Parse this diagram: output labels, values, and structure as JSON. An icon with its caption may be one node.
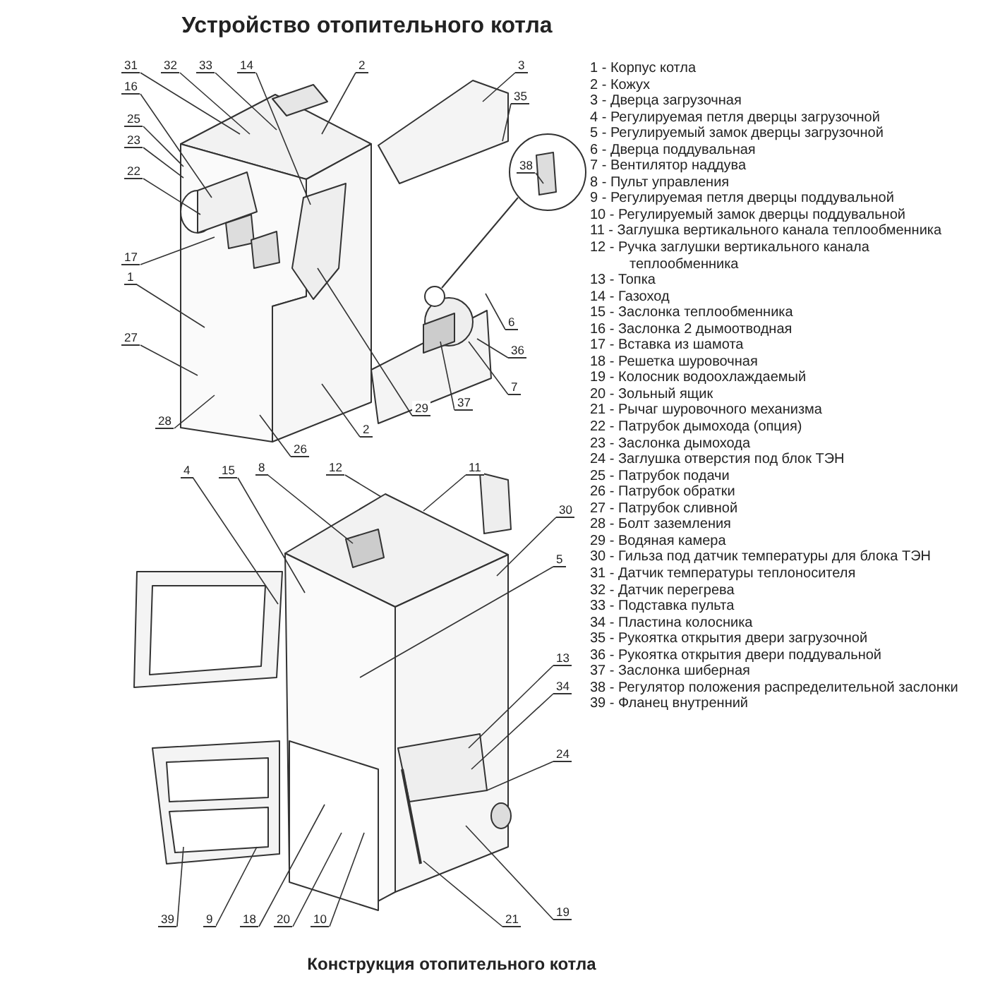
{
  "diagram": {
    "title": "Устройство отопительного котла",
    "caption": "Конструкция отопительного котла",
    "nodes": [
      {
        "text": [
          "31"
        ]
      },
      {
        "text": [
          "32"
        ]
      },
      {
        "text": [
          "33"
        ]
      },
      {
        "text": [
          "14"
        ]
      },
      {
        "text": [
          "2"
        ]
      },
      {
        "text": [
          "3"
        ]
      },
      {
        "text": [
          "35"
        ]
      },
      {
        "text": [
          "16"
        ]
      },
      {
        "text": [
          "25"
        ]
      },
      {
        "text": [
          "23"
        ]
      },
      {
        "text": [
          "22"
        ]
      },
      {
        "text": [
          "17"
        ]
      },
      {
        "text": [
          "1"
        ]
      },
      {
        "text": [
          "27"
        ]
      },
      {
        "text": [
          "28"
        ]
      },
      {
        "text": [
          "26"
        ]
      },
      {
        "text": [
          "2"
        ]
      },
      {
        "text": [
          "29"
        ]
      },
      {
        "text": [
          "37"
        ]
      },
      {
        "text": [
          "7"
        ]
      },
      {
        "text": [
          "36"
        ]
      },
      {
        "text": [
          "6"
        ]
      },
      {
        "text": [
          "38"
        ]
      },
      {
        "text": [
          "4"
        ]
      },
      {
        "text": [
          "15"
        ]
      },
      {
        "text": [
          "8"
        ]
      },
      {
        "text": [
          "12"
        ]
      },
      {
        "text": [
          "11"
        ]
      },
      {
        "text": [
          "30"
        ]
      },
      {
        "text": [
          "5"
        ]
      },
      {
        "text": [
          "13"
        ]
      },
      {
        "text": [
          "34"
        ]
      },
      {
        "text": [
          "24"
        ]
      },
      {
        "text": [
          "19"
        ]
      },
      {
        "text": [
          "21"
        ]
      },
      {
        "text": [
          "10"
        ]
      },
      {
        "text": [
          "20"
        ]
      },
      {
        "text": [
          "18"
        ]
      },
      {
        "text": [
          "9"
        ]
      },
      {
        "text": [
          "39"
        ]
      }
    ],
    "edges": [
      {
        "from": 0,
        "to": null,
        "arrow": "none"
      },
      {
        "from": 1,
        "to": null,
        "arrow": "none"
      },
      {
        "from": 2,
        "to": null,
        "arrow": "none"
      },
      {
        "from": 3,
        "to": null,
        "arrow": "none"
      },
      {
        "from": 4,
        "to": null,
        "arrow": "none"
      },
      {
        "from": 5,
        "to": null,
        "arrow": "none"
      },
      {
        "from": 6,
        "to": null,
        "arrow": "none"
      },
      {
        "from": 7,
        "to": null,
        "arrow": "none"
      },
      {
        "from": 8,
        "to": null,
        "arrow": "none"
      },
      {
        "from": 9,
        "to": null,
        "arrow": "none"
      },
      {
        "from": 10,
        "to": null,
        "arrow": "none"
      },
      {
        "from": 11,
        "to": null,
        "arrow": "none"
      },
      {
        "from": 12,
        "to": null,
        "arrow": "none"
      },
      {
        "from": 13,
        "to": null,
        "arrow": "none"
      },
      {
        "from": 14,
        "to": null,
        "arrow": "none"
      },
      {
        "from": 15,
        "to": null,
        "arrow": "none"
      },
      {
        "from": 16,
        "to": null,
        "arrow": "none"
      },
      {
        "from": 17,
        "to": null,
        "arrow": "none"
      },
      {
        "from": 18,
        "to": null,
        "arrow": "none"
      },
      {
        "from": 19,
        "to": null,
        "arrow": "none"
      },
      {
        "from": 20,
        "to": null,
        "arrow": "none"
      },
      {
        "from": 21,
        "to": null,
        "arrow": "none"
      },
      {
        "from": 22,
        "to": null,
        "arrow": "none"
      },
      {
        "from": 23,
        "to": null,
        "arrow": "none"
      },
      {
        "from": 24,
        "to": null,
        "arrow": "none"
      },
      {
        "from": 25,
        "to": null,
        "arrow": "none"
      },
      {
        "from": 26,
        "to": null,
        "arrow": "none"
      },
      {
        "from": 27,
        "to": null,
        "arrow": "none"
      },
      {
        "from": 28,
        "to": null,
        "arrow": "none"
      },
      {
        "from": 29,
        "to": null,
        "arrow": "none"
      },
      {
        "from": 30,
        "to": null,
        "arrow": "none"
      },
      {
        "from": 31,
        "to": null,
        "arrow": "none"
      },
      {
        "from": 32,
        "to": null,
        "arrow": "none"
      },
      {
        "from": 33,
        "to": null,
        "arrow": "none"
      },
      {
        "from": 34,
        "to": null,
        "arrow": "none"
      },
      {
        "from": 35,
        "to": null,
        "arrow": "none"
      },
      {
        "from": 36,
        "to": null,
        "arrow": "none"
      },
      {
        "from": 37,
        "to": null,
        "arrow": "none"
      },
      {
        "from": 38,
        "to": null,
        "arrow": "none"
      },
      {
        "from": 39,
        "to": null,
        "arrow": "none"
      }
    ],
    "labels": [
      "1 - Корпус котла",
      "2 - Кожух",
      "3 - Дверца загрузочная",
      "4 - Регулируемая петля дверцы загрузочной",
      "5 - Регулируемый замок дверцы загрузочной",
      "6 - Дверца поддувальная",
      "7 - Вентилятор наддува",
      "8 - Пульт управления",
      "9 - Регулируемая петля дверцы поддувальной",
      "10 - Регулируемый замок дверцы поддувальной",
      "11 - Заглушка вертикального канала теплообменника",
      "12 - Ручка заглушки вертикального канала теплообменника",
      "13 - Топка",
      "14 - Газоход",
      "15 - Заслонка теплообменника",
      "16 - Заслонка 2 дымоотводная",
      "17 - Вставка из шамота",
      "18 - Решетка шуровочная",
      "19 - Колосник водоохлаждаемый",
      "20 - Зольный ящик",
      "21 - Рычаг шуровочного механизма",
      "22 - Патрубок дымохода (опция)",
      "23 - Заслонка дымохода",
      "24 - Заглушка отверстия под блок ТЭН",
      "25 - Патрубок подачи",
      "26 - Патрубок обратки",
      "27 - Патрубок сливной",
      "28 - Болт заземления",
      "29 - Водяная камера",
      "30 - Гильза под датчик температуры для блока ТЭН",
      "31 - Датчик температуры теплоносителя",
      "32 - Датчик перегрева",
      "33 - Подставка пульта",
      "34 - Пластина колосника",
      "35 - Рукоятка открытия двери загрузочной",
      "36 - Рукоятка открытия двери поддувальной",
      "37 - Заслонка шиберная",
      "38 - Регулятор положения распределительной заслонки",
      "39 - Фланец внутренний"
    ]
  }
}
